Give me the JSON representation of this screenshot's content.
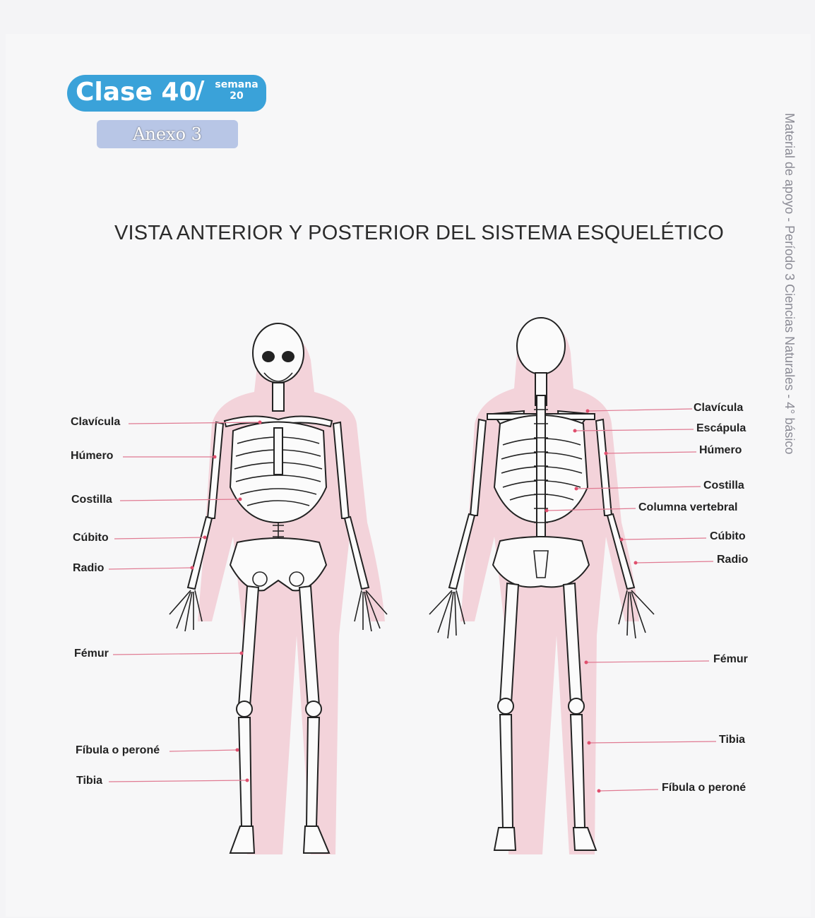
{
  "header": {
    "class_label": "Clase 40",
    "week_label": "semana",
    "week_number": "20",
    "annex_label": "Anexo 3"
  },
  "title": "VISTA ANTERIOR Y POSTERIOR DEL SISTEMA ESQUELÉTICO",
  "side_text": "Material de apoyo - Período 3 Ciencias Naturales - 4° básico",
  "anterior_labels": [
    "Clavícula",
    "Húmero",
    "Costilla",
    "Cúbito",
    "Radio",
    "Fémur",
    "Fíbula o peroné",
    "Tibia"
  ],
  "posterior_labels": [
    "Clavícula",
    "Escápula",
    "Húmero",
    "Costilla",
    "Columna vertebral",
    "Cúbito",
    "Radio",
    "Fémur",
    "Tibia",
    "Fíbula o peroné"
  ],
  "colors": {
    "badge": "#3aa2d9",
    "annex": "#b8c6e6",
    "leader": "#e07a92",
    "body_shadow": "#f3d3da"
  }
}
